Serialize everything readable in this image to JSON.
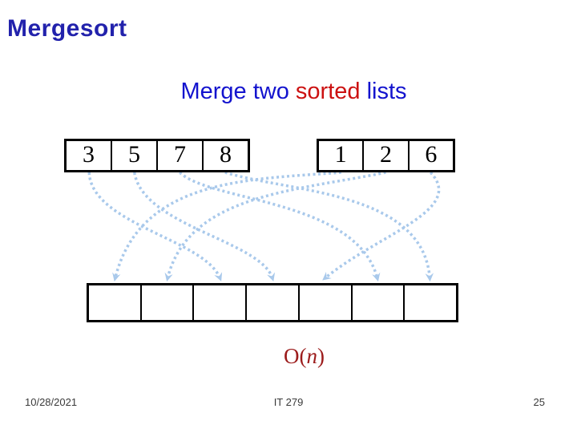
{
  "slide": {
    "title": "Mergesort",
    "subtitle": {
      "part1": "Merge two ",
      "part2": "sorted",
      "part3": " lists"
    },
    "diagram": {
      "left_list": [
        "3",
        "5",
        "7",
        "8"
      ],
      "right_list": [
        "1",
        "2",
        "6"
      ],
      "merged_list": [
        "",
        "",
        "",
        "",
        "",
        "",
        ""
      ],
      "merged_slot_count": 7,
      "arrow_style": "dotted-curved",
      "arrows": [
        {
          "value": "1",
          "from_list": "right",
          "from_index": 0,
          "to_slot": 1
        },
        {
          "value": "2",
          "from_list": "right",
          "from_index": 1,
          "to_slot": 2
        },
        {
          "value": "3",
          "from_list": "left",
          "from_index": 0,
          "to_slot": 3
        },
        {
          "value": "5",
          "from_list": "left",
          "from_index": 1,
          "to_slot": 4
        },
        {
          "value": "6",
          "from_list": "right",
          "from_index": 2,
          "to_slot": 5
        },
        {
          "value": "7",
          "from_list": "left",
          "from_index": 2,
          "to_slot": 6
        },
        {
          "value": "8",
          "from_list": "left",
          "from_index": 3,
          "to_slot": 7
        }
      ]
    },
    "complexity": {
      "prefix": "O(",
      "variable": "n",
      "suffix": ")"
    },
    "footer": {
      "date": "10/28/2021",
      "course": "IT 279",
      "page_number": "25"
    },
    "colors": {
      "title_blue": "#2222AC",
      "subtitle_blue": "#1313CE",
      "subtitle_red": "#CC1111",
      "arrow_blue": "#A9C9EB",
      "complexity_red": "#9C1C1C",
      "box_border": "#000000"
    }
  }
}
